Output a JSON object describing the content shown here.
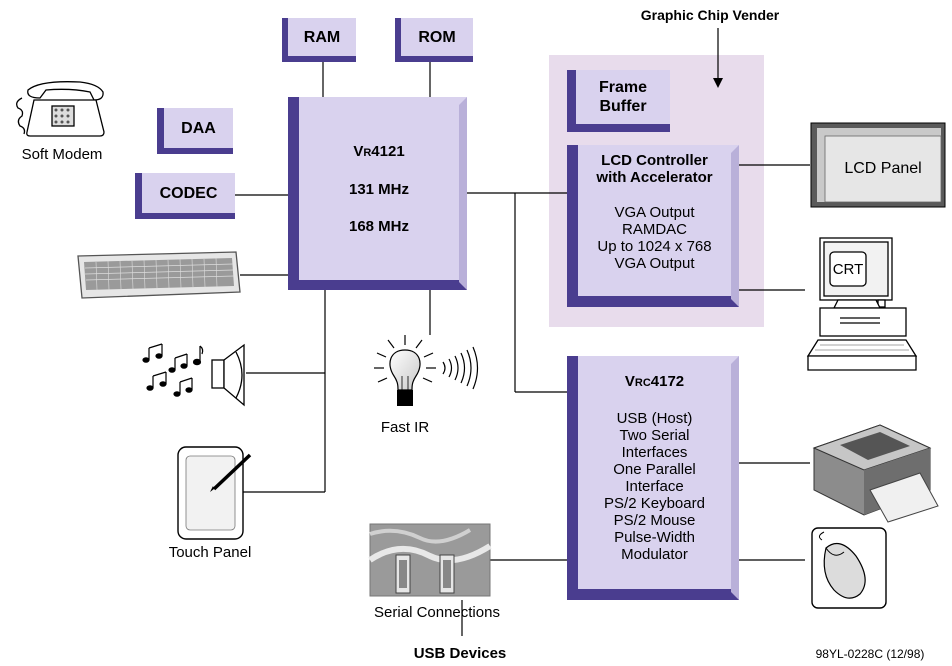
{
  "blocks": {
    "ram": "RAM",
    "rom": "ROM",
    "daa": "DAA",
    "codec": "CODEC",
    "frame_buffer": [
      "Frame",
      "Buffer"
    ],
    "cpu": {
      "name_prefix": "V",
      "name_sub": "R",
      "name_suffix": "4121",
      "lines": [
        "131 MHz",
        "168 MHz"
      ]
    },
    "lcd_controller": {
      "title": [
        "LCD Controller",
        "with Accelerator"
      ],
      "lines": [
        "VGA Output",
        "RAMDAC",
        "Up to 1024 x 768",
        "VGA Output"
      ]
    },
    "companion": {
      "name_prefix": "V",
      "name_sub": "RC",
      "name_suffix": "4172",
      "lines": [
        "USB (Host)",
        "Two Serial",
        "Interfaces",
        "One Parallel",
        "Interface",
        "PS/2 Keyboard",
        "PS/2 Mouse",
        "Pulse-Width",
        "Modulator"
      ]
    }
  },
  "labels": {
    "graphic_chip_vender": "Graphic Chip Vender",
    "soft_modem": "Soft Modem",
    "fast_ir": "Fast IR",
    "touch_panel": "Touch Panel",
    "serial_connections": "Serial Connections",
    "usb_devices": "USB Devices",
    "document_code": "98YL-0228C (12/98)",
    "lcd_panel": "LCD Panel",
    "crt": "CRT"
  },
  "icons": [
    "telephone-icon",
    "keyboard-icon",
    "speaker-icon",
    "music-notes-icon",
    "light-bulb-icon",
    "touch-panel-icon",
    "serial-cable-icon",
    "lcd-panel-icon",
    "crt-monitor-icon",
    "printer-icon",
    "mouse-icon"
  ],
  "colors": {
    "box_fill": "#d9d2ee",
    "box_shadow": "#4a3d8f",
    "vendor_area": "#e8dcec",
    "line": "#000000"
  }
}
